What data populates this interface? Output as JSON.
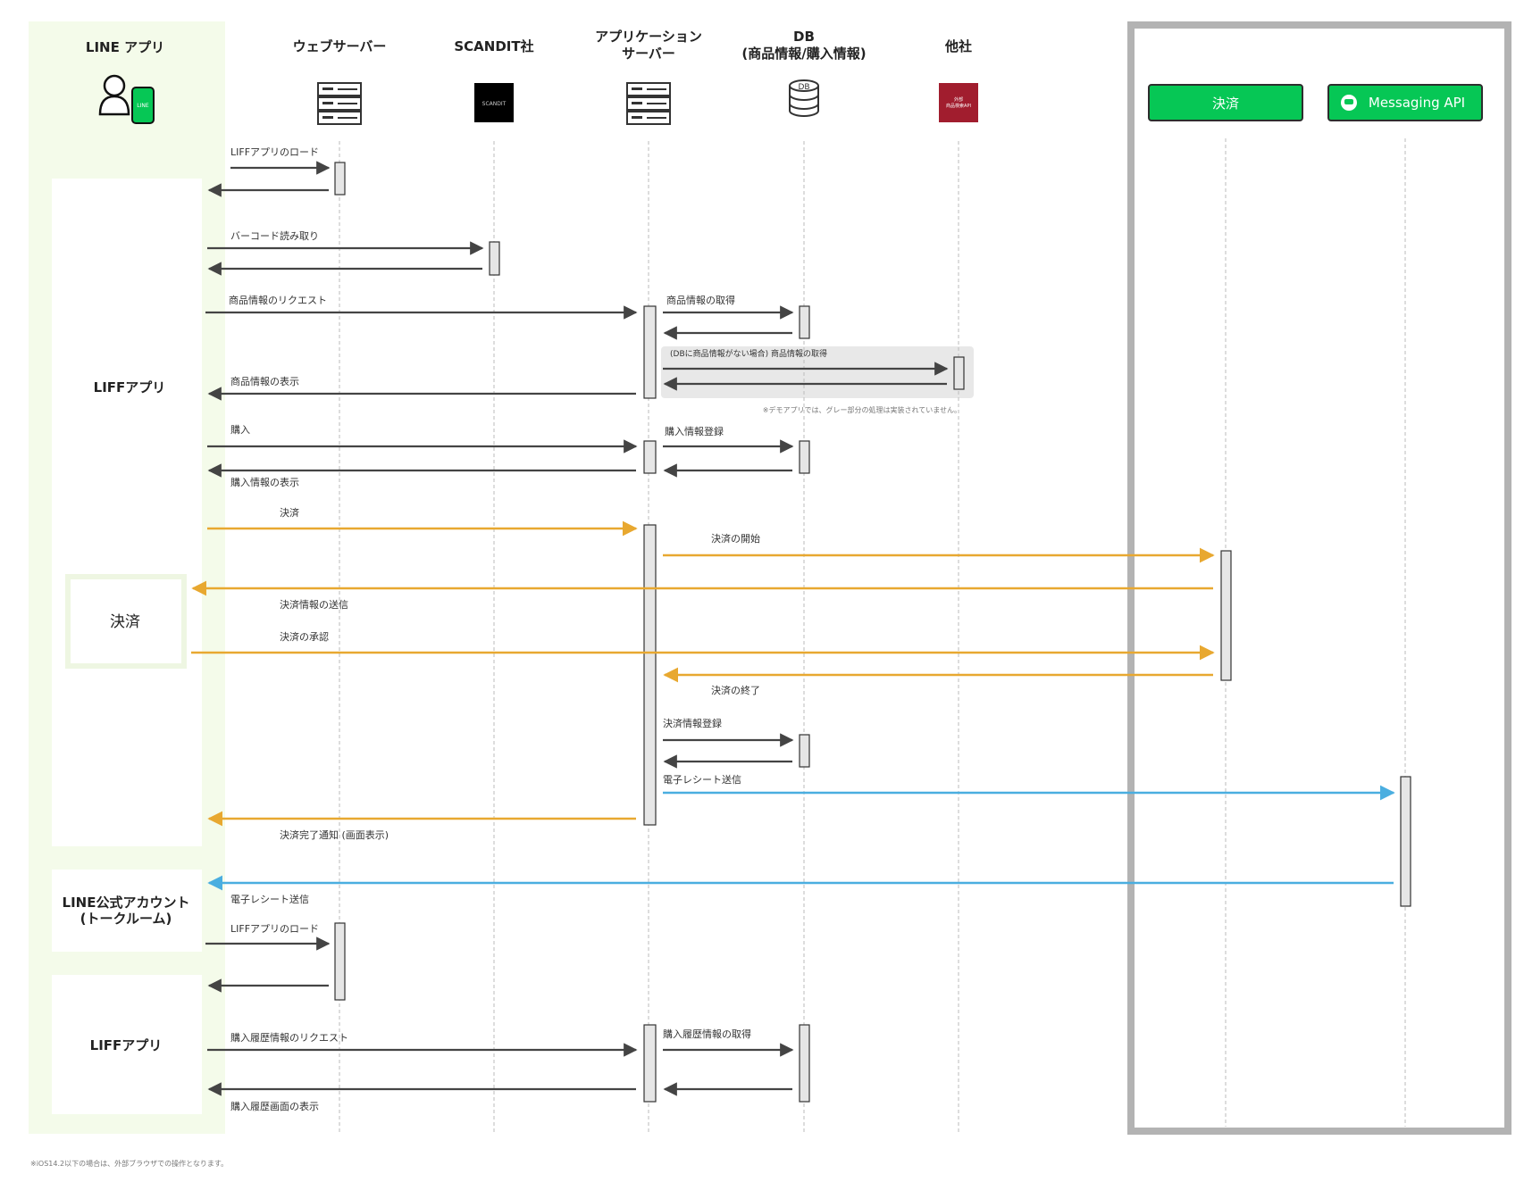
{
  "participants": {
    "line_app": "LINE アプリ",
    "web_server": "ウェブサーバー",
    "scandit": "SCANDIT社",
    "app_server_l1": "アプリケーション",
    "app_server_l2": "サーバー",
    "db_l1": "DB",
    "db_l2": "(商品情報/購入情報)",
    "other_company": "他社",
    "payment": "決済",
    "messaging_api": "Messaging API"
  },
  "icon_text": {
    "line_phone": "LINE",
    "db_cylinder": "DB",
    "scandit_logo": "SCANDIT",
    "other_logo_l1": "外部",
    "other_logo_l2": "商品検索API"
  },
  "sections": {
    "liff_app_1": "LIFFアプリ",
    "payment_box": "決済",
    "line_official_l1": "LINE公式アカウント",
    "line_official_l2": "(トークルーム)",
    "liff_app_2": "LIFFアプリ"
  },
  "messages": {
    "load_liff": "LIFFアプリのロード",
    "barcode_read": "バーコード読み取り",
    "product_request": "商品情報のリクエスト",
    "product_get": "商品情報の取得",
    "product_get_external": "(DBに商品情報がない場合) 商品情報の取得",
    "product_display": "商品情報の表示",
    "demo_note": "※デモアプリでは、グレー部分の処理は実装されていません。",
    "purchase": "購入",
    "purchase_register": "購入情報登録",
    "purchase_display": "購入情報の表示",
    "payment": "決済",
    "payment_start": "決済の開始",
    "payment_info_send": "決済情報の送信",
    "payment_approve": "決済の承認",
    "payment_end": "決済の終了",
    "payment_info_register": "決済情報登録",
    "receipt_send": "電子レシート送信",
    "payment_complete": "決済完了通知 (画面表示)",
    "receipt_send_2": "電子レシート送信",
    "load_liff_2": "LIFFアプリのロード",
    "history_request": "購入履歴情報のリクエスト",
    "history_get": "購入履歴情報の取得",
    "history_display": "購入履歴画面の表示"
  },
  "footnote": "※iOS14.2以下の場合は、外部ブラウザでの操作となります。",
  "colors": {
    "default_arrow": "#444444",
    "payment_arrow": "#e8a830",
    "messaging_arrow": "#4aaee0",
    "line_green": "#06c755",
    "line_bg": "#f4fbea",
    "other_red": "#a11d2e"
  }
}
